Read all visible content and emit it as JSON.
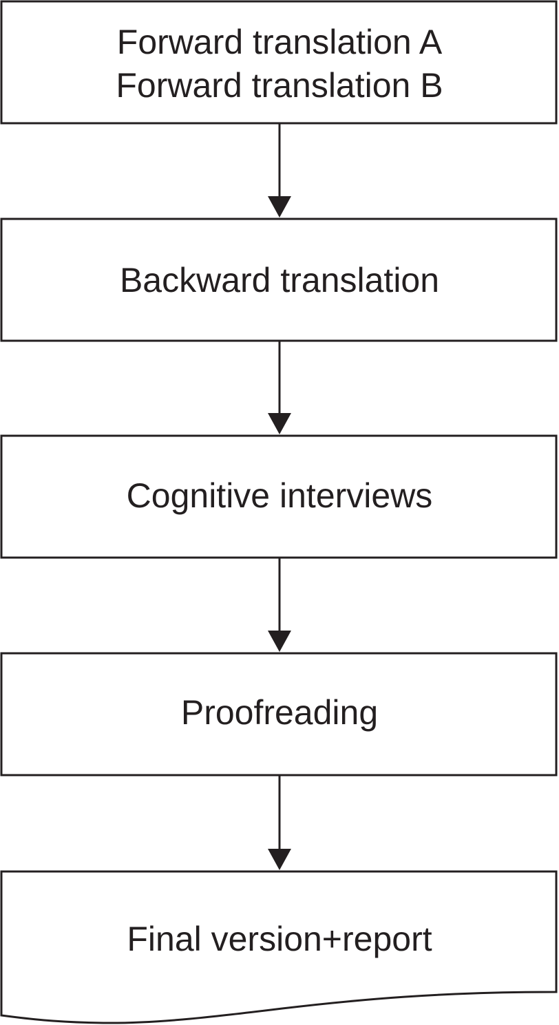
{
  "flowchart": {
    "steps": [
      {
        "lines": [
          "Forward translation A",
          "Forward translation B"
        ]
      },
      {
        "lines": [
          "Backward translation"
        ]
      },
      {
        "lines": [
          "Cognitive interviews"
        ]
      },
      {
        "lines": [
          "Proofreading"
        ]
      },
      {
        "lines": [
          "Final version+report"
        ],
        "shape": "document"
      }
    ],
    "colors": {
      "stroke": "#231f20",
      "text": "#231f20",
      "background": "#ffffff"
    }
  }
}
